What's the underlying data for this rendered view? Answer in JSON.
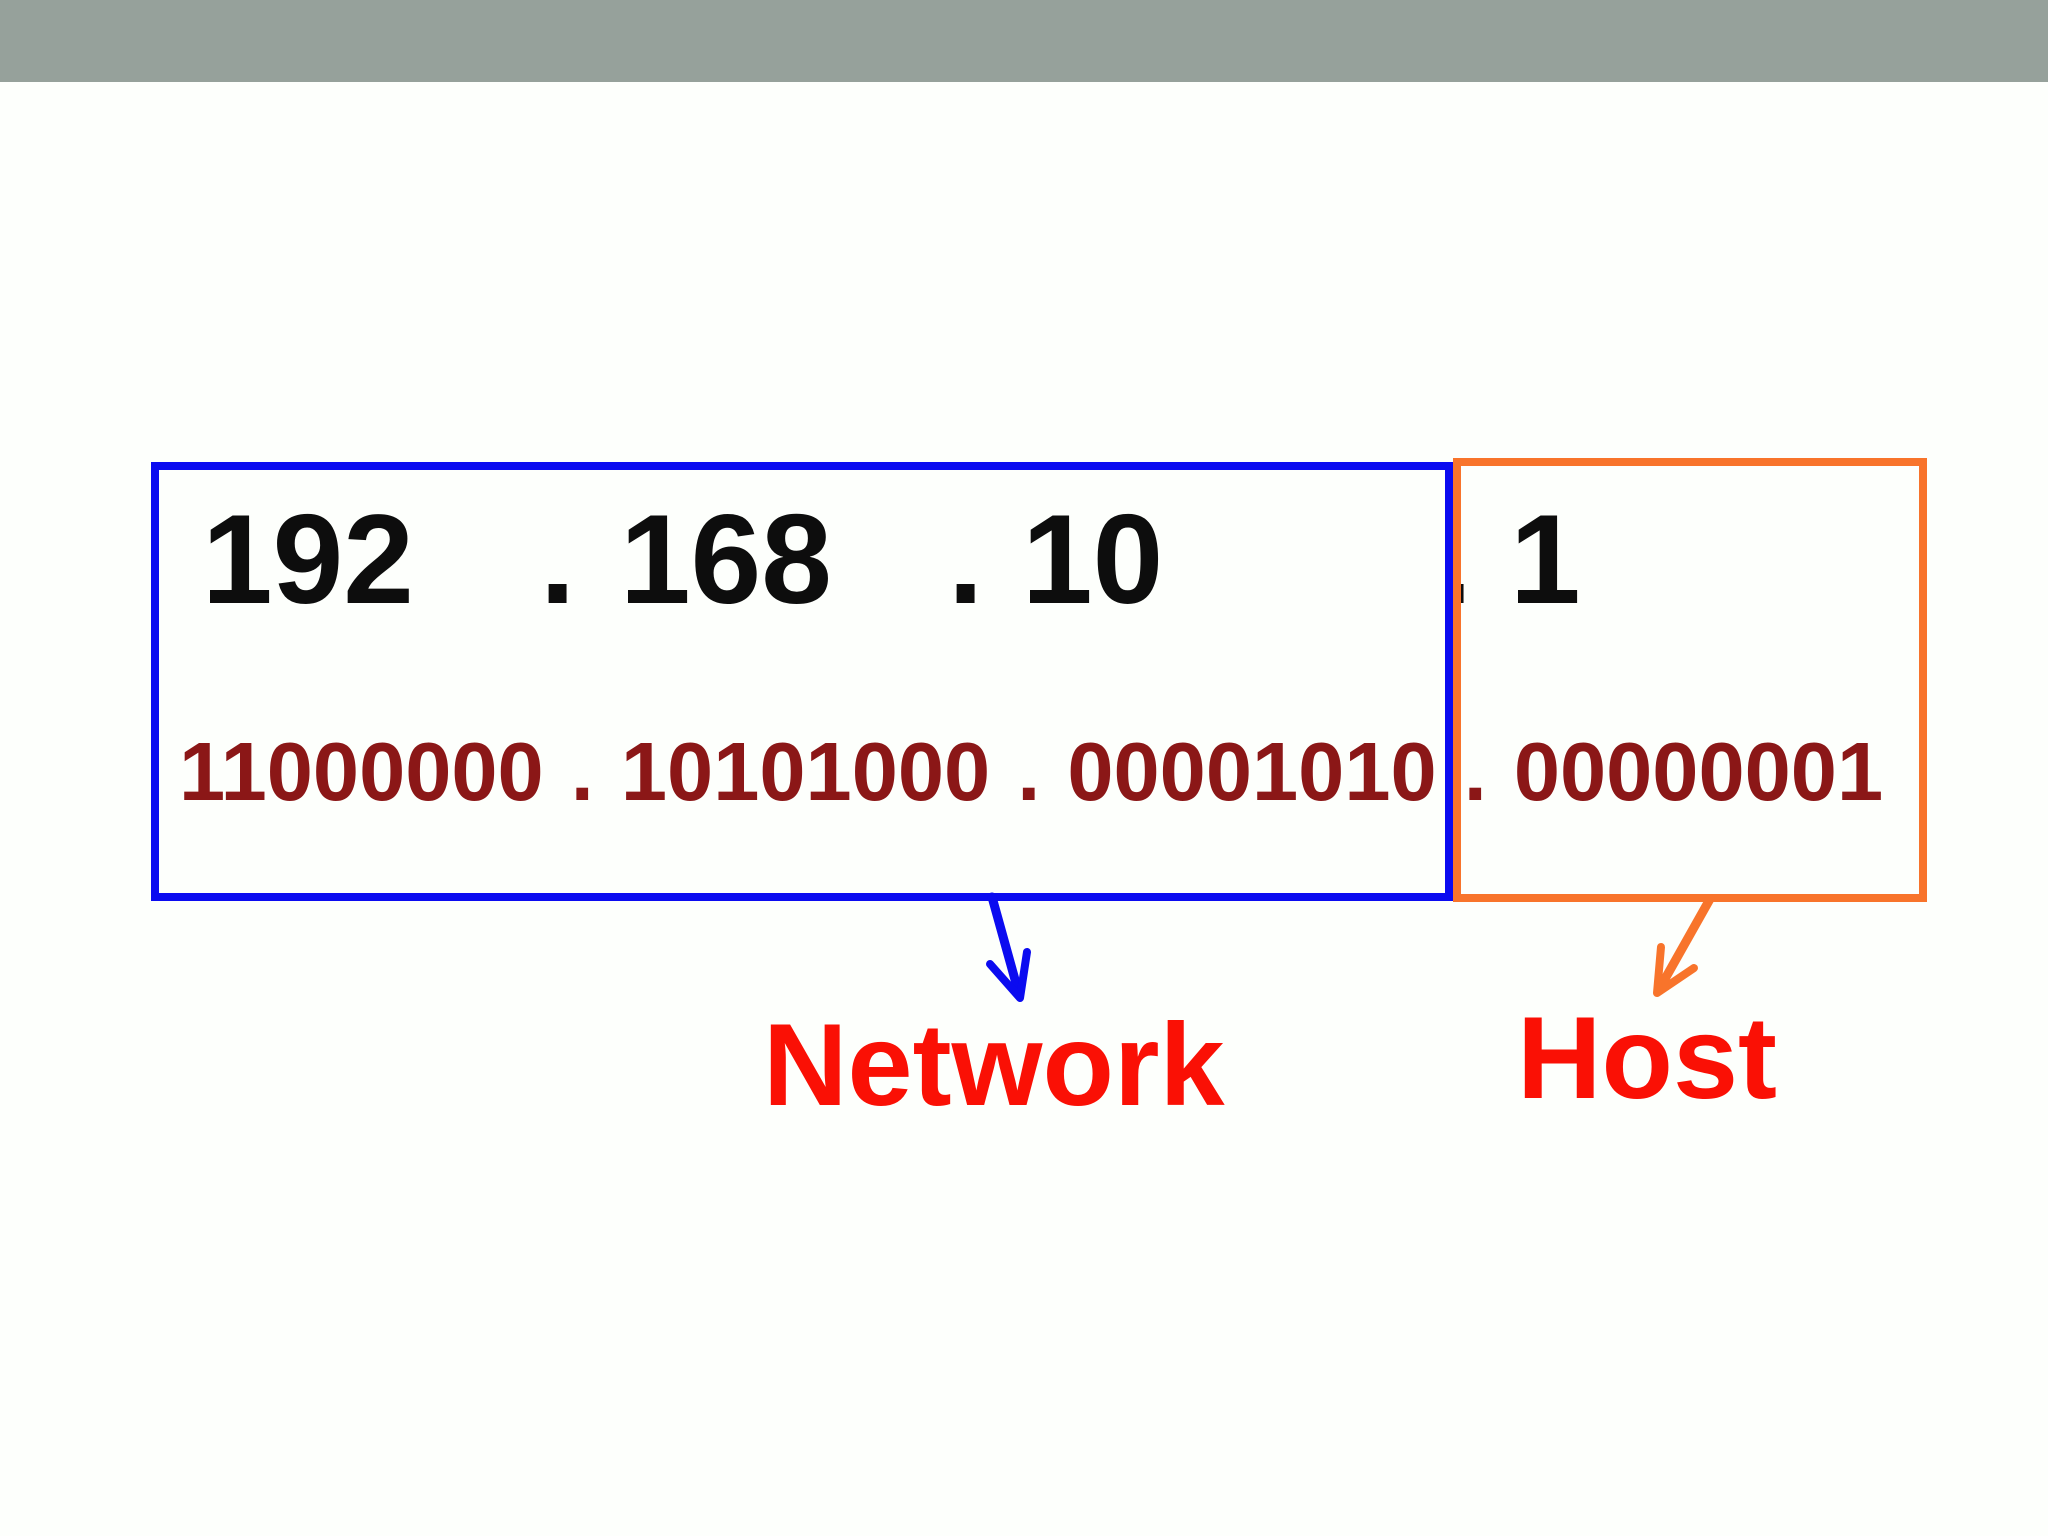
{
  "colors": {
    "top_bar": "#96A19B",
    "background": "#FDFFFC",
    "network_box": "#0B0BF0",
    "host_box": "#F8742B",
    "decimal_text": "#0D0D0D",
    "binary_text": "#8B1717",
    "label_text": "#FA1005"
  },
  "ip_address": {
    "decimal": {
      "octet1": "192",
      "octet2": "168",
      "octet3": "10",
      "octet4": "1",
      "separator": "."
    },
    "binary_row": "11000000 . 10101000 . 00001010 . 00000001"
  },
  "labels": {
    "network": "Network",
    "host": "Host"
  }
}
